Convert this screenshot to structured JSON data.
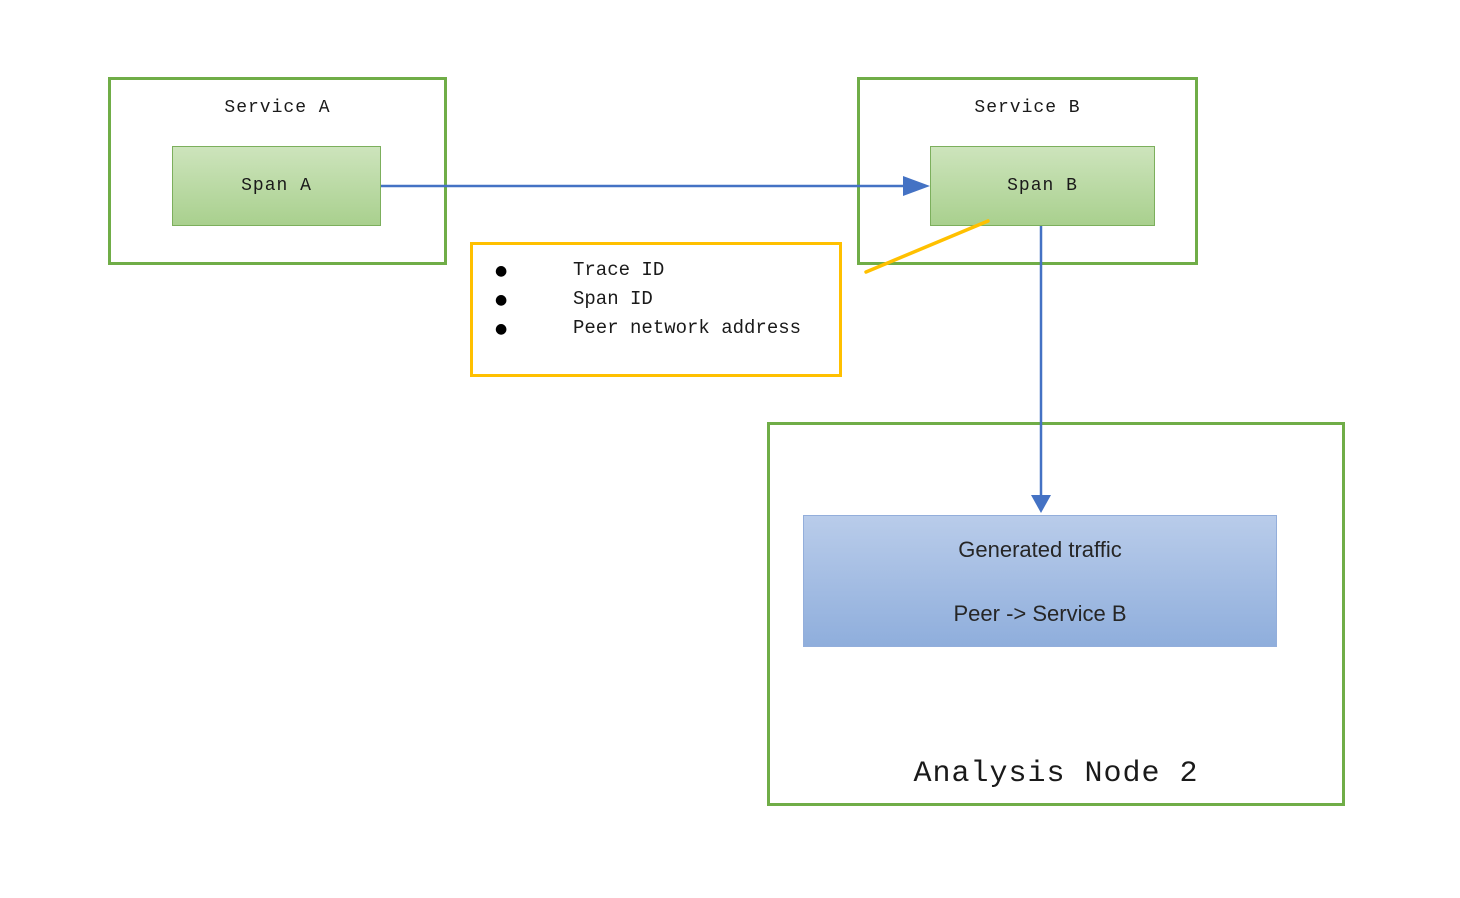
{
  "colors": {
    "green_border": "#70AD47",
    "span_fill_top": "#CDE4BC",
    "span_fill_bottom": "#A9D08E",
    "callout_border": "#FFC000",
    "connector_blue": "#4472C4",
    "traffic_fill_top": "#B9CCEA",
    "traffic_fill_bottom": "#8FAEDC",
    "text": "#1A1A1A"
  },
  "service_a": {
    "title": "Service A",
    "span_label": "Span A"
  },
  "service_b": {
    "title": "Service B",
    "span_label": "Span B"
  },
  "callout": {
    "bullet_glyph": "●",
    "items": [
      "Trace ID",
      "Span ID",
      "Peer network address"
    ]
  },
  "analysis_node": {
    "title": "Analysis Node 2",
    "traffic": {
      "line1": "Generated traffic",
      "line2": "Peer -> Service B"
    }
  }
}
